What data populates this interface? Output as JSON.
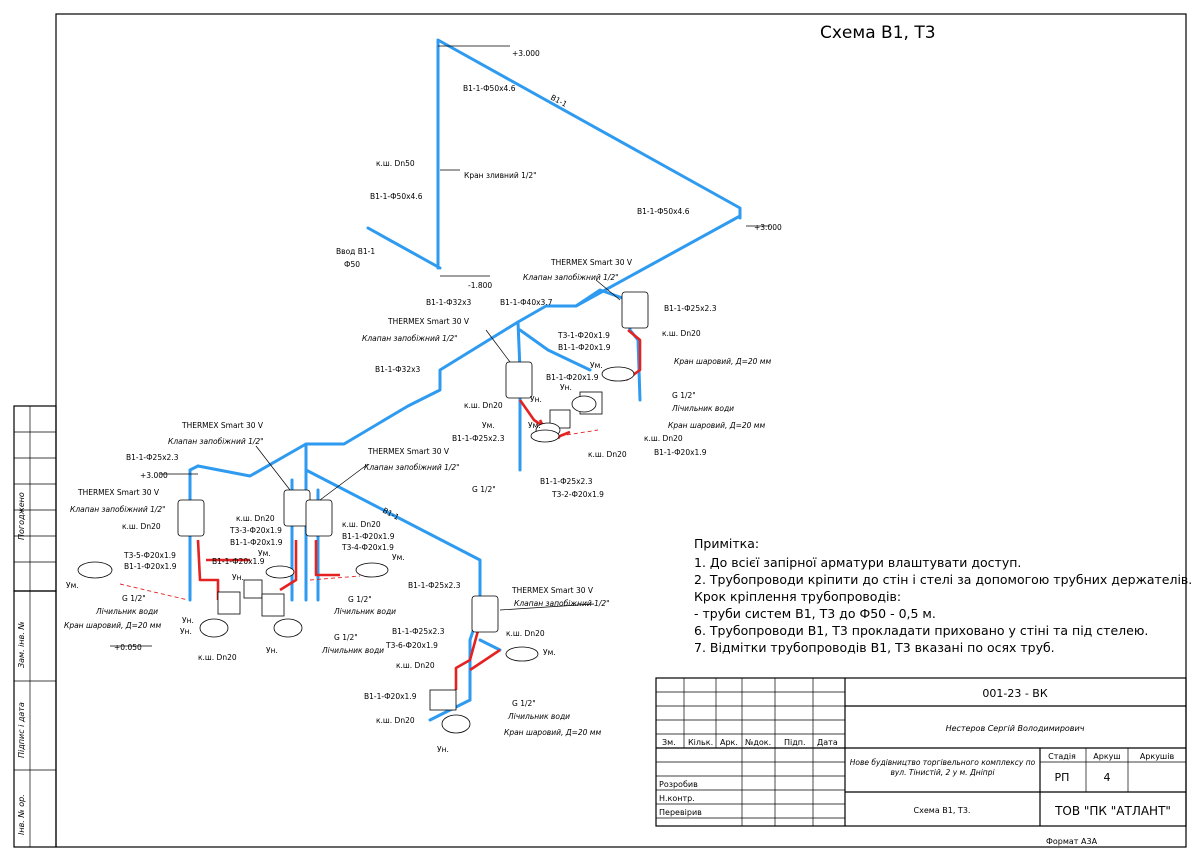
{
  "title": "Схема В1, Т3",
  "labels": {
    "l01": "+3.000",
    "l02": "В1-1-Ф50х4.6",
    "l03": "В1-1",
    "l04": "к.ш. Dn50",
    "l05": "Кран зливний 1/2\"",
    "l06": "В1-1-Ф50х4.6",
    "l07": "Ввод В1-1",
    "l08": "Ф50",
    "l09": "-1.800",
    "l10": "В1-1-Ф50х4.6",
    "l11": "+3.000",
    "l12": "THERMEX Smart 30 V",
    "l13": "Клапан запобіжний 1/2\"",
    "l14": "В1-1-Ф32х3",
    "l15": "В1-1-Ф40х3.7",
    "l16": "THERMEX Smart 30 V",
    "l17": "Клапан запобіжний 1/2\"",
    "l18": "В1-1-Ф25х2.3",
    "l19": "к.ш. Dn20",
    "l20": "Т3-1-Ф20х1.9",
    "l21": "В1-1-Ф20х1.9",
    "l22": "Кран шаровий, Д=20 мм",
    "l23": "В1-1-Ф32х3",
    "l24": "Ум.",
    "l25": "В1-1-Ф20х1.9",
    "l26": "Ун.",
    "l27": "G 1/2\"",
    "l28": "Лічильник води",
    "l29": "к.ш. Dn20",
    "l30": "Кран шаровий, Д=20 мм",
    "l31": "к.ш. Dn20",
    "l32": "В1-1-Ф25х2.3",
    "l33": "Ум.",
    "l34": "к.ш. Dn20",
    "l35": "В1-1-Ф20х1.9",
    "l36": "В1-1-Ф25х2.3",
    "l37": "G 1/2\"",
    "l38": "Т3-2-Ф20х1.9",
    "l39": "THERMEX Smart 30 V",
    "l40": "Клапан запобіжний 1/2\"",
    "l41": "В1-1-Ф25х2.3",
    "l42": "+3.000",
    "l43": "THERMEX Smart 30 V",
    "l44": "Клапан запобіжний 1/2\"",
    "l45": "THERMEX Smart 30 V",
    "l46": "Клапан запобіжний 1/2\"",
    "l47": "В1-1",
    "l48": "к.ш. Dn20",
    "l49": "Т3-5-Ф20х1.9",
    "l50": "В1-1-Ф20х1.9",
    "l51": "к.ш. Dn20",
    "l52": "Т3-3-Ф20х1.9",
    "l53": "В1-1-Ф20х1.9",
    "l54": "к.ш. Dn20",
    "l55": "В1-1-Ф20х1.9",
    "l56": "Т3-4-Ф20х1.9",
    "l57": "Ум.",
    "l58": "В1-1-Ф20х1.9",
    "l59": "Ум.",
    "l60": "Ум.",
    "l61": "Ун.",
    "l62": "G 1/2\"",
    "l63": "Лічильник води",
    "l64": "Кран шаровий, Д=20 мм",
    "l65": "G 1/2\"",
    "l66": "Лічильник води",
    "l67": "Ун.",
    "l68": "+0.050",
    "l69": "к.ш. Dn20",
    "l70": "Ун.",
    "l71": "G 1/2\"",
    "l72": "Лічильник води",
    "l73": "В1-1-Ф25х2.3",
    "l74": "THERMEX Smart 30 V",
    "l75": "Клапан запобіжний 1/2\"",
    "l76": "В1-1-Ф25х2.3",
    "l77": "к.ш. Dn20",
    "l78": "Т3-6-Ф20х1.9",
    "l79": "к.ш. Dn20",
    "l80": "В1-1-Ф20х1.9",
    "l81": "G 1/2\"",
    "l82": "Лічильник води",
    "l83": "к.ш. Dn20",
    "l84": "Кран шаровий, Д=20 мм",
    "l85": "Ун.",
    "l86": "Ум.",
    "l87": "Ун.",
    "l88": "Ум.",
    "l89": "Ун."
  },
  "notes": {
    "heading": "Примітка:",
    "items": [
      "1. До всієї запірної арматури влаштувати доступ.",
      "2. Трубопроводи кріпити до стін і стелі за допомогою трубних держателів.",
      "Крок кріплення трубопроводів:",
      "- труби систем В1, Т3 до Ф50 - 0,5 м.",
      "6. Трубопроводи В1, Т3 прокладати приховано у стіні та під стелею.",
      "7. Відмітки трубопроводів В1, Т3 вказані по осях труб."
    ]
  },
  "side_stamps": [
    "Погоджено",
    "Зам. інв. №",
    "Підпис і дата",
    "Інв. № ор."
  ],
  "title_block": {
    "doc_code": "001-23 - ВК",
    "author": "Нестеров Сергій Володимирович",
    "project": "Нове будівництво торгівельного комплексу по вул. Тінистій, 2 у м. Дніпрі",
    "sheet_title": "Схема В1, Т3.",
    "company": "ТОВ \"ПК \"АТЛАНТ\"",
    "col_headers": [
      "Зм.",
      "Кільк.",
      "Арк.",
      "№док.",
      "Підп.",
      "Дата"
    ],
    "roles": [
      "Розробив",
      "Н.контр.",
      "Перевірив"
    ],
    "stage_label": "Стадія",
    "sheet_label": "Аркуш",
    "sheets_label": "Аркушів",
    "stage": "РП",
    "sheet": "4",
    "format": "Формат А3А"
  },
  "colors": {
    "cold_pipe": "#2e9bf0",
    "hot_pipe": "#e52222",
    "frame": "#000000"
  }
}
